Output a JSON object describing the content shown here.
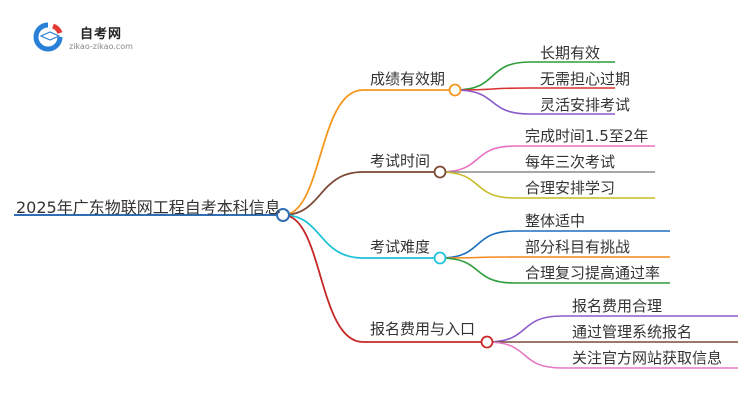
{
  "logo": {
    "name": "自考网",
    "url": "zikao-zikao.com"
  },
  "mindmap": {
    "root": "2025年广东物联网工程自考本科信息",
    "branches": [
      {
        "label": "成绩有效期",
        "color": "#f5961e",
        "leaves": [
          {
            "label": "长期有效",
            "color": "#2f9e3a"
          },
          {
            "label": "无需担心过期",
            "color": "#d93030"
          },
          {
            "label": "灵活安排考试",
            "color": "#8a58c9"
          }
        ]
      },
      {
        "label": "考试时间",
        "color": "#7b4a36",
        "leaves": [
          {
            "label": "完成时间1.5至2年",
            "color": "#e86fc1"
          },
          {
            "label": "每年三次考试",
            "color": "#8a8a8a"
          },
          {
            "label": "合理安排学习",
            "color": "#c7bb27"
          }
        ]
      },
      {
        "label": "考试难度",
        "color": "#1fc3d8",
        "leaves": [
          {
            "label": "整体适中",
            "color": "#1d6fbf"
          },
          {
            "label": "部分科目有挑战",
            "color": "#f28a1e"
          },
          {
            "label": "合理复习提高通过率",
            "color": "#2e9c3c"
          }
        ]
      },
      {
        "label": "报名费用与入口",
        "color": "#c62828",
        "leaves": [
          {
            "label": "报名费用合理",
            "color": "#8e5cc8"
          },
          {
            "label": "通过管理系统报名",
            "color": "#7a4b39"
          },
          {
            "label": "关注官方网站获取信息",
            "color": "#e377c2"
          }
        ]
      }
    ]
  }
}
